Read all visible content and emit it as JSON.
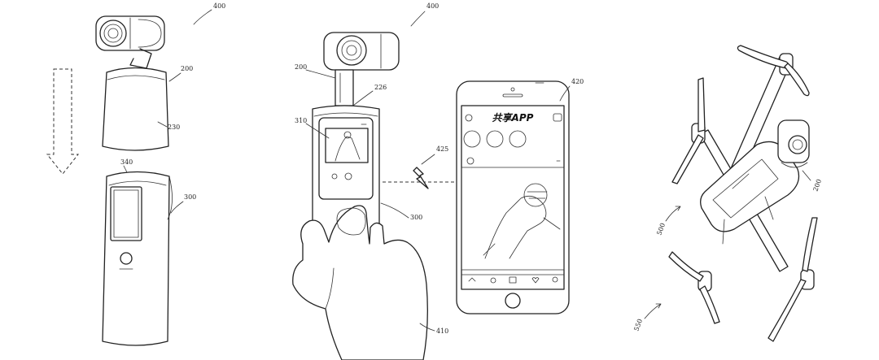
{
  "figures": {
    "exploded_camera": {
      "labels": {
        "assembly": "400",
        "camera_module": "200",
        "module_body": "230",
        "base_top": "340",
        "handle": "300"
      }
    },
    "handheld_pairing": {
      "labels": {
        "assembly": "400",
        "camera_module": "200",
        "connector": "226",
        "screen": "310",
        "wireless_link": "425",
        "handle": "300",
        "phone": "420",
        "hand": "410"
      },
      "phone_app": {
        "title": "共享APP"
      }
    },
    "drone": {
      "labels": {
        "camera_module": "200",
        "drone": "500",
        "system": "550"
      }
    }
  }
}
